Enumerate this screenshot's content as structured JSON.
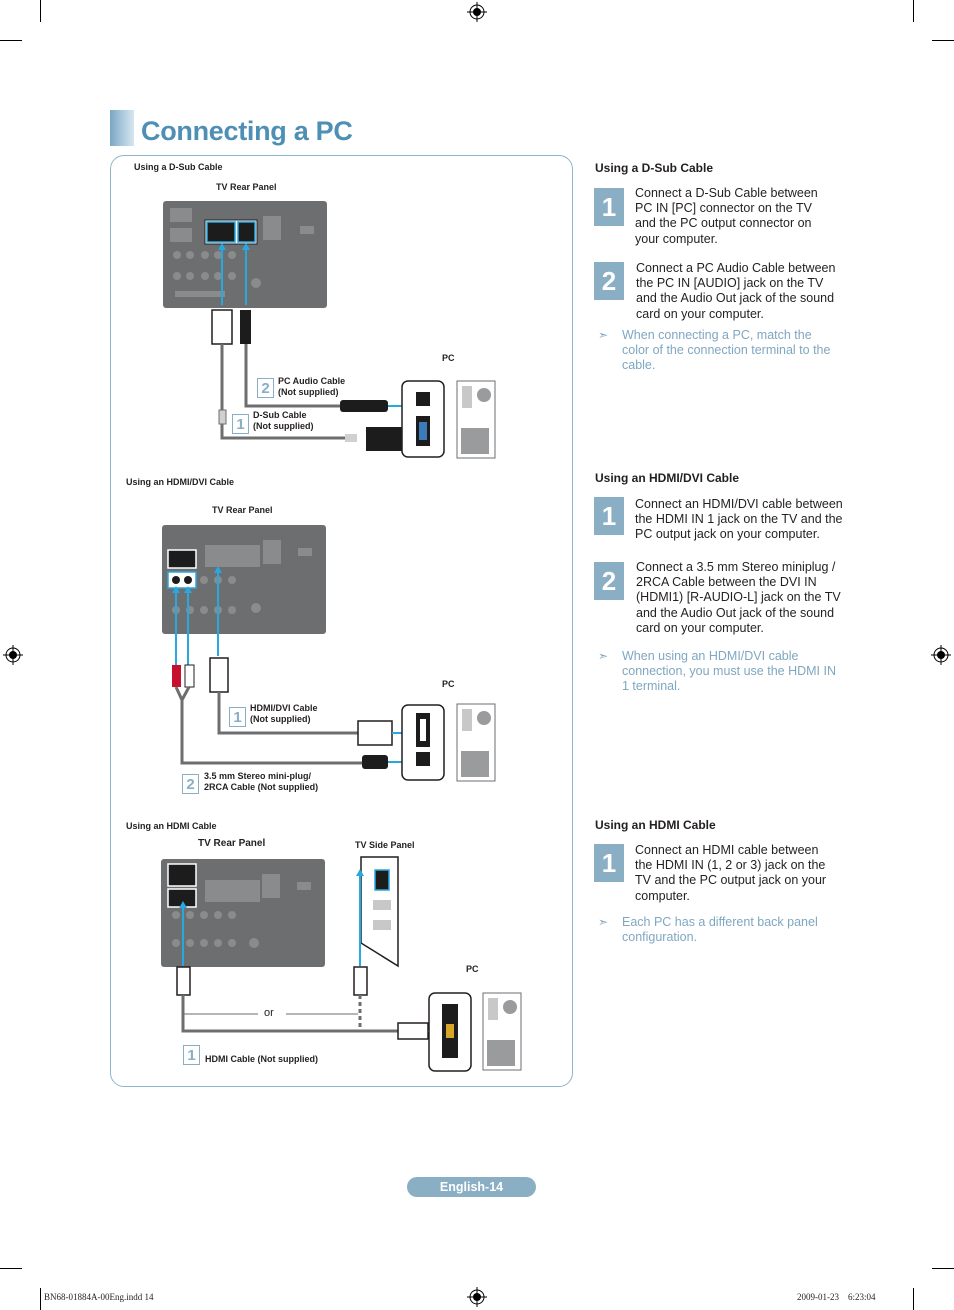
{
  "page": {
    "title": "Connecting a PC",
    "footer": "English-14",
    "file_info": "BN68-01884A-00Eng.indd   14",
    "timestamp": "2009-01-23      6:23:04"
  },
  "diagrams": {
    "dsub": {
      "heading": "Using a D-Sub Cable",
      "panel_label": "TV Rear Panel",
      "pc_label": "PC",
      "cable2_num": "2",
      "cable2_label_l1": "PC Audio Cable",
      "cable2_label_l2": "(Not supplied)",
      "cable1_num": "1",
      "cable1_label_l1": "D-Sub Cable",
      "cable1_label_l2": "(Not supplied)"
    },
    "hdmidvi": {
      "heading": "Using an HDMI/DVI Cable",
      "panel_label": "TV Rear Panel",
      "pc_label": "PC",
      "cable1_num": "1",
      "cable1_label_l1": "HDMI/DVI Cable",
      "cable1_label_l2": "(Not supplied)",
      "cable2_num": "2",
      "cable2_label_l1": "3.5 mm Stereo mini-plug/",
      "cable2_label_l2": "2RCA Cable (Not supplied)"
    },
    "hdmi": {
      "heading": "Using an HDMI Cable",
      "panel_label": "TV Rear Panel",
      "side_label": "TV Side Panel",
      "pc_label": "PC",
      "or_label": "or",
      "cable1_num": "1",
      "cable1_label": "HDMI Cable (Not supplied)"
    }
  },
  "sections": [
    {
      "heading": "Using a D-Sub Cable",
      "steps": [
        {
          "num": "1",
          "text": "Connect a D-Sub Cable between PC IN [PC] connector on the TV and the PC output connector on your computer."
        },
        {
          "num": "2",
          "text": "Connect a PC Audio Cable between the PC IN [AUDIO] jack on the TV and the Audio Out jack of the sound card on your computer."
        }
      ],
      "note": "When connecting a PC, match the color of the connection terminal to the cable."
    },
    {
      "heading": "Using an HDMI/DVI Cable",
      "steps": [
        {
          "num": "1",
          "text": "Connect an HDMI/DVI cable between the HDMI IN 1 jack on the TV and the PC output jack on your computer."
        },
        {
          "num": "2",
          "text": "Connect a 3.5 mm Stereo miniplug / 2RCA Cable between the DVI IN (HDMI1) [R-AUDIO-L] jack on the TV and the Audio Out jack of the sound card on your computer."
        }
      ],
      "note": "When using an HDMI/DVI cable connection, you must use the HDMI IN 1 terminal."
    },
    {
      "heading": "Using an HDMI Cable",
      "steps": [
        {
          "num": "1",
          "text": "Connect an HDMI cable between the HDMI IN (1, 2 or 3) jack on the TV and the PC output jack on your computer."
        }
      ],
      "note": "Each PC has a different back panel configuration."
    }
  ],
  "colors": {
    "accent": "#4d8fb5",
    "step_box": "#8aaec4",
    "note": "#7fa7c1",
    "cable_blue": "#29a8e0",
    "panel_gray": "#6d6e70"
  },
  "icons": {
    "note_arrow": "➣",
    "registration_mark": "crosshair-circle"
  }
}
